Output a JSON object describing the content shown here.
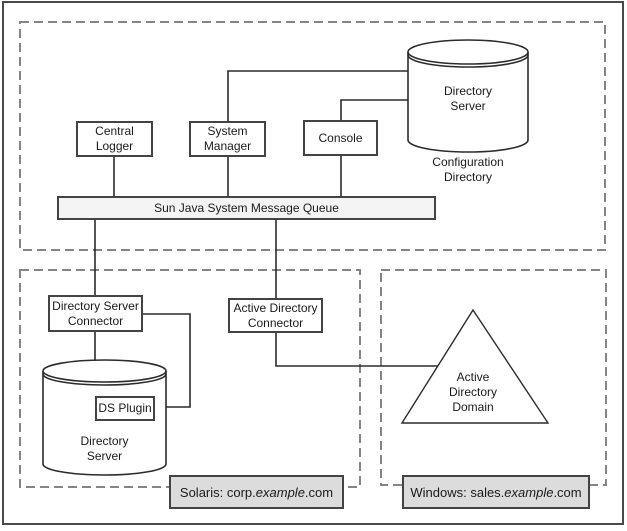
{
  "colors": {
    "background": "#ffffff",
    "outer_border": "#4a4a4a",
    "dashed_border": "#858585",
    "node_border": "#434343",
    "connector_line": "#2b2b2b",
    "queue_fill": "#f4f4f4",
    "os_label_fill": "#dcdcdc",
    "text": "#1a1a1a"
  },
  "nodes": {
    "central_logger": {
      "line1": "Central",
      "line2": "Logger"
    },
    "system_manager": {
      "line1": "System",
      "line2": "Manager"
    },
    "console": {
      "label": "Console"
    },
    "message_queue": {
      "label": "Sun Java System Message Queue"
    },
    "config_directory_server": {
      "line1": "Directory",
      "line2": "Server"
    },
    "config_directory_caption": {
      "line1": "Configuration",
      "line2": "Directory"
    },
    "directory_server_connector": {
      "line1": "Directory Server",
      "line2": "Connector"
    },
    "active_directory_connector": {
      "line1": "Active Directory",
      "line2": "Connector"
    },
    "ds_plugin": {
      "label": "DS Plugin"
    },
    "directory_server": {
      "line1": "Directory",
      "line2": "Server"
    },
    "active_directory_domain": {
      "line1": "Active",
      "line2": "Directory",
      "line3": "Domain"
    }
  },
  "os_labels": {
    "solaris": {
      "prefix": "Solaris: corp.",
      "domain": "example",
      "suffix": ".com"
    },
    "windows": {
      "prefix": "Windows: sales.",
      "domain": "example",
      "suffix": ".com"
    }
  }
}
